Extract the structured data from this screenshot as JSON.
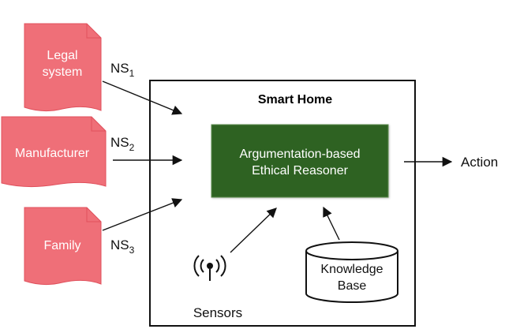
{
  "norm_sources": [
    {
      "lines": [
        "Legal",
        "system"
      ],
      "norm_set": "NS",
      "index": "1"
    },
    {
      "lines": [
        "Manufacturer"
      ],
      "norm_set": "NS",
      "index": "2"
    },
    {
      "lines": [
        "Family"
      ],
      "norm_set": "NS",
      "index": "3"
    }
  ],
  "smart_home": {
    "title": "Smart Home",
    "reasoner": {
      "lines": [
        "Argumentation-based",
        "Ethical Reasoner"
      ]
    },
    "sensors_label": "Sensors",
    "knowledge_base": {
      "lines": [
        "Knowledge",
        "Base"
      ]
    }
  },
  "output_label": "Action",
  "colors": {
    "document_fill": "#ef6f78",
    "document_stroke": "#e0505c",
    "reasoner_fill": "#2e6223",
    "reasoner_stroke": "#5b8a4e",
    "box_stroke": "#111111",
    "arrow": "#111111"
  }
}
